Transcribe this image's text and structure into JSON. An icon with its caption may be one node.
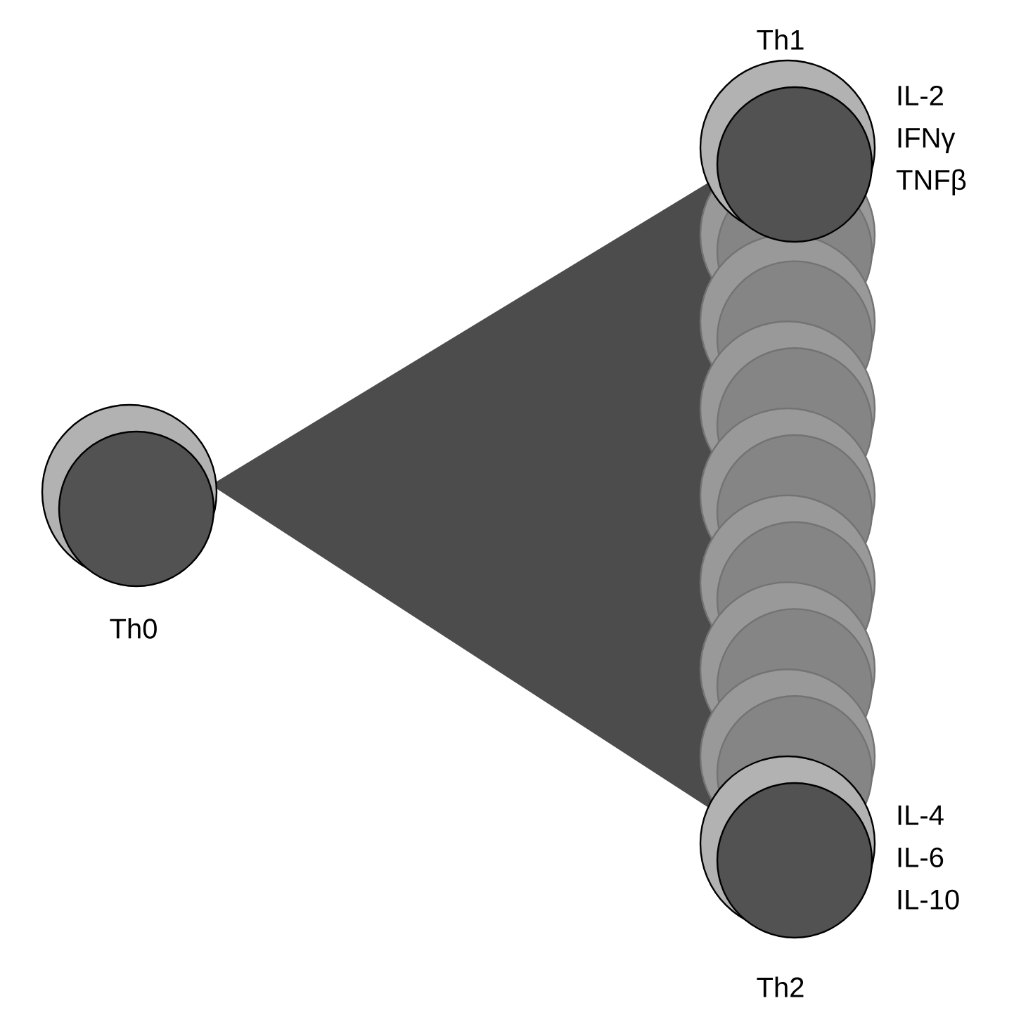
{
  "diagram": {
    "nodes": [
      {
        "text": [
          "Th0"
        ]
      },
      {
        "text": [
          "Th1"
        ],
        "beside": [
          "IL-2 IFNγ TNFβ"
        ]
      },
      {
        "text": [
          "Th2"
        ],
        "beside": [
          "IL-4 IL-6 IL-10"
        ]
      }
    ]
  }
}
